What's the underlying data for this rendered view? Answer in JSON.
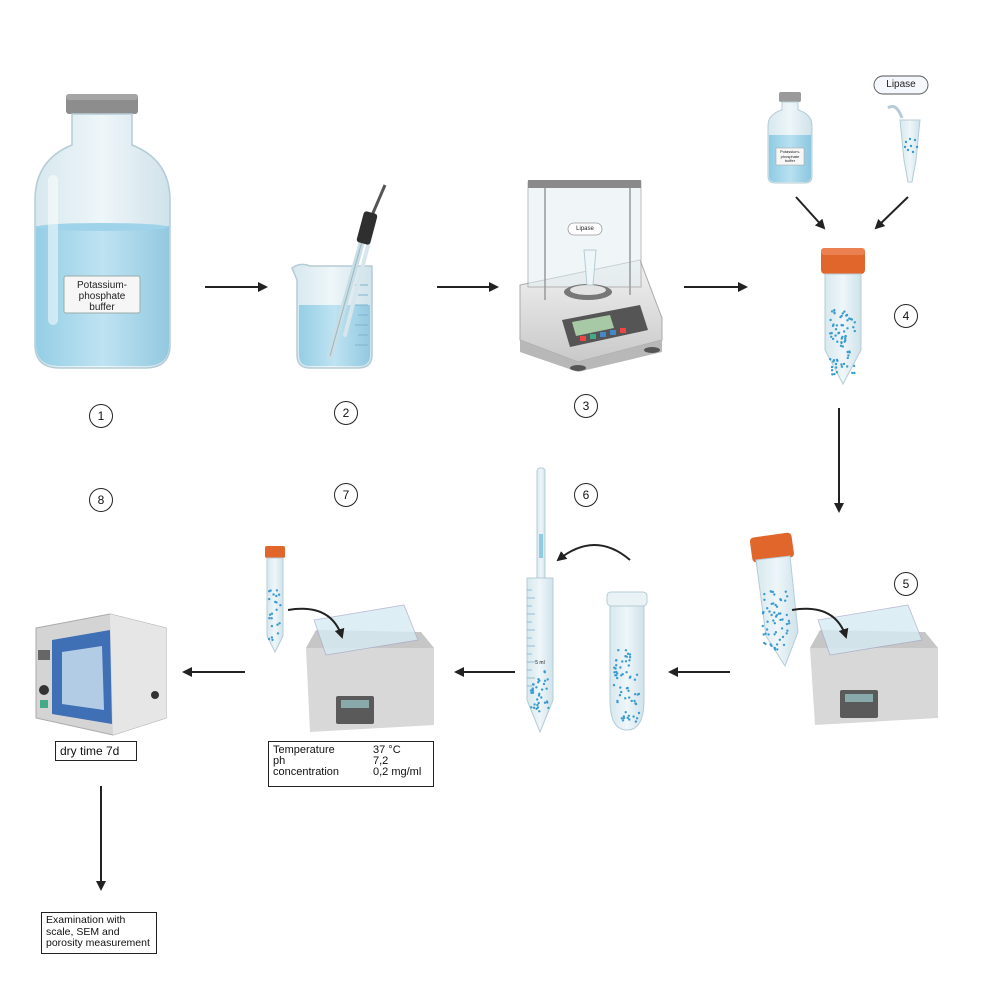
{
  "steps": [
    "1",
    "2",
    "3",
    "4",
    "5",
    "6",
    "7",
    "8"
  ],
  "labels": {
    "bottle_label": [
      "Potassium-",
      "phosphate",
      "buffer"
    ],
    "lipase_top": "Lipase",
    "lipase_balance": "Lipase",
    "small_bottle_label": [
      "Potassium-",
      "phosphate",
      "buffer"
    ],
    "pipette_mark": "5 ml"
  },
  "parameters": {
    "rows": [
      {
        "name": "Temperature",
        "value": "37 °C"
      },
      {
        "name": "ph",
        "value": "7,2"
      },
      {
        "name": "concentration",
        "value": "0,2 mg/ml"
      }
    ]
  },
  "dry_time": "dry time 7d",
  "examination": [
    "Examination with",
    "scale, SEM and",
    "porosity measurement"
  ],
  "colors": {
    "liquid": "#a9d8ec",
    "glass": "#e6f1f5",
    "cap_orange": "#e0662b",
    "oven_blue": "#3f6fb5",
    "arrow": "#222222",
    "particle": "#3a9bd0"
  }
}
